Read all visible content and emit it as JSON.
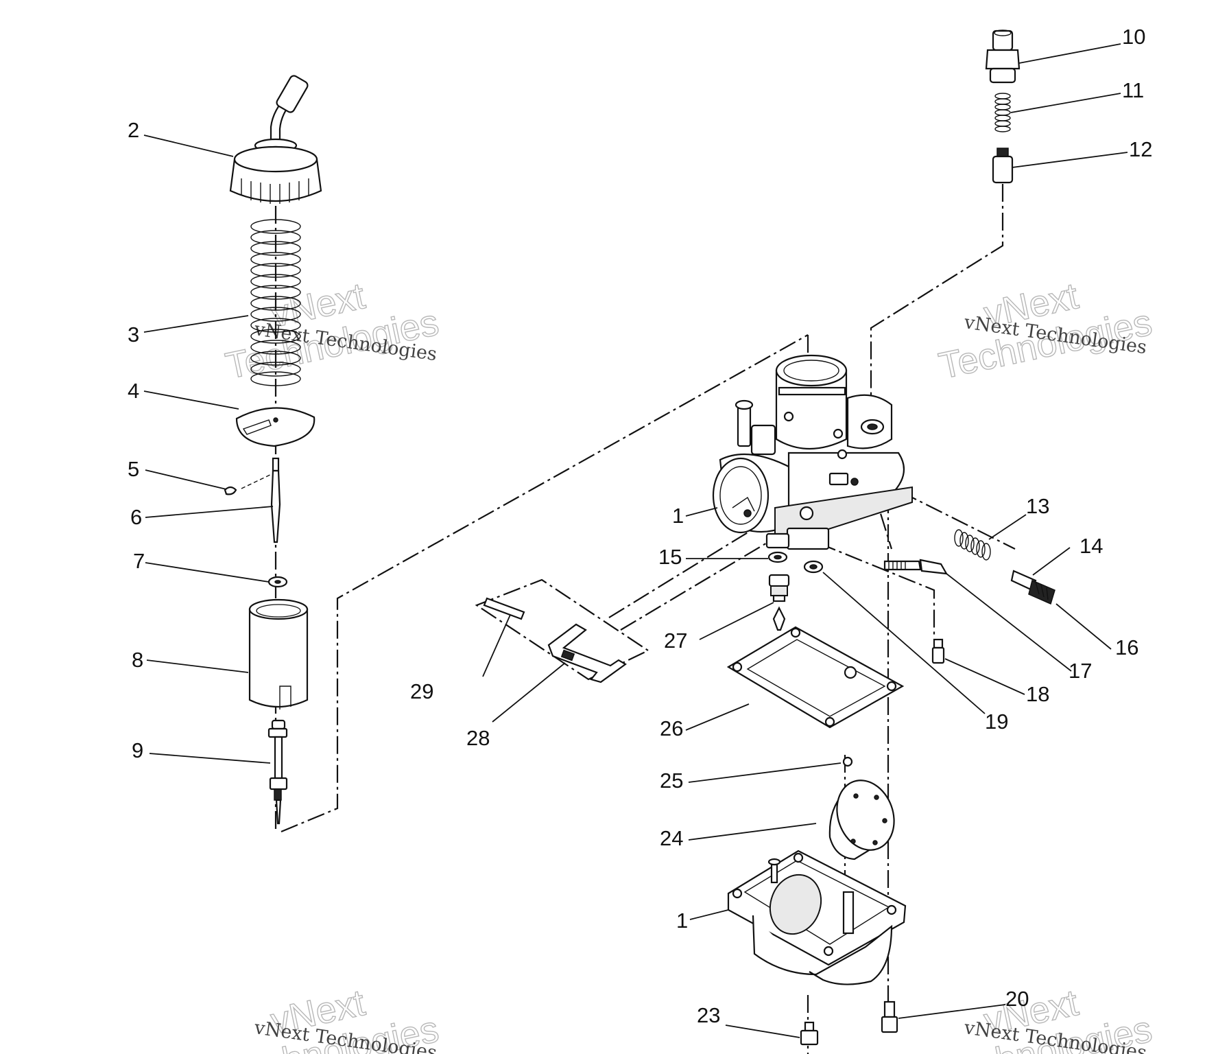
{
  "callouts": [
    {
      "id": "c2",
      "text": "2"
    },
    {
      "id": "c3",
      "text": "3"
    },
    {
      "id": "c4",
      "text": "4"
    },
    {
      "id": "c5",
      "text": "5"
    },
    {
      "id": "c6",
      "text": "6"
    },
    {
      "id": "c7",
      "text": "7"
    },
    {
      "id": "c8",
      "text": "8"
    },
    {
      "id": "c9",
      "text": "9"
    },
    {
      "id": "c10",
      "text": "10"
    },
    {
      "id": "c11",
      "text": "11"
    },
    {
      "id": "c12",
      "text": "12"
    },
    {
      "id": "c1a",
      "text": "1"
    },
    {
      "id": "c13",
      "text": "13"
    },
    {
      "id": "c14",
      "text": "14"
    },
    {
      "id": "c15",
      "text": "15"
    },
    {
      "id": "c16",
      "text": "16"
    },
    {
      "id": "c17",
      "text": "17"
    },
    {
      "id": "c18",
      "text": "18"
    },
    {
      "id": "c19",
      "text": "19"
    },
    {
      "id": "c20",
      "text": "20"
    },
    {
      "id": "c23",
      "text": "23"
    },
    {
      "id": "c24",
      "text": "24"
    },
    {
      "id": "c25",
      "text": "25"
    },
    {
      "id": "c26",
      "text": "26"
    },
    {
      "id": "c27",
      "text": "27"
    },
    {
      "id": "c28",
      "text": "28"
    },
    {
      "id": "c29",
      "text": "29"
    },
    {
      "id": "c1b",
      "text": "1"
    }
  ],
  "watermark": {
    "line1": "vNext Technologies",
    "logo_top": "vNext",
    "logo_bottom": "Technologies"
  }
}
